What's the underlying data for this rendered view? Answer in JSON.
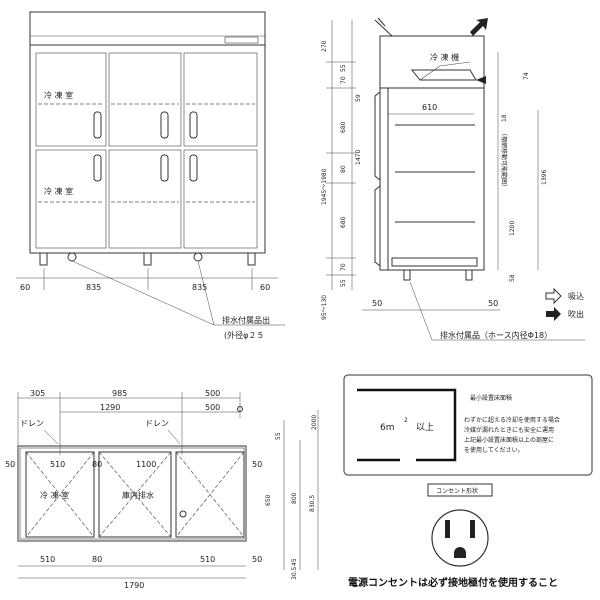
{
  "front_view": {
    "upper_label": "冷 凍 室",
    "lower_label": "冷 凍 室",
    "dims": {
      "d60_left": "60",
      "d835_a": "835",
      "d835_b": "835",
      "d60_right": "60"
    },
    "drain_note": "排水付属品出",
    "drain_note2": "(外径φ２５"
  },
  "side_view": {
    "unit_label": "冷 凍 機",
    "dims_left": {
      "d270": "270",
      "d55a": "55",
      "d70a": "70",
      "d59": "59",
      "d680a": "680",
      "d1470": "1470",
      "d80": "80",
      "d680b": "680",
      "d70b": "70",
      "d55b": "55",
      "total": "1945〜1980",
      "bottom": "95〜130"
    },
    "d610": "610",
    "dims_right": {
      "d74": "74",
      "d18": "18",
      "d1396": "1396",
      "d1200": "1200",
      "d58": "58"
    },
    "shelf_note": "（棚網移動可能範囲）",
    "d50a": "50",
    "d50b": "50",
    "drain_note": "排水付属品（ホース内径Φ18）"
  },
  "legend": {
    "intake": "吸込",
    "exhaust": "吹出"
  },
  "top_view": {
    "top_dims": {
      "d305": "305",
      "d985": "985",
      "d500a": "500",
      "d1290": "1290",
      "d500b": "500"
    },
    "drain_a": "ドレン",
    "drain_b": "ドレン",
    "inner": {
      "d50a": "50",
      "d510a": "510",
      "d80a": "80",
      "d1100": "1100",
      "d50b": "50",
      "d510b": "510",
      "d80b": "80",
      "d510c": "510",
      "d50c": "50"
    },
    "room_label": "冷 凍 室",
    "drain_label": "庫内排水",
    "right_dims": {
      "d55": "55",
      "d2000": "2000",
      "d650": "650",
      "d800": "800",
      "d8305": "830.5",
      "d45": "45",
      "d305": "30.5"
    },
    "total": "1790"
  },
  "install_box": {
    "title": "最小設置床面積",
    "area_main": "6m",
    "area_sup": "2",
    "area_suffix": "以上",
    "note1": "わずかに超える冷却を使用する場合",
    "note2": "冷媒が漏れたときにも安全に運用",
    "note3": "上記最小設置床面積以上の部屋に",
    "note4": "を使用してください。"
  },
  "outlet": {
    "tag": "コンセント形状",
    "warning": "電源コンセントは必ず接地極付を使用すること"
  }
}
